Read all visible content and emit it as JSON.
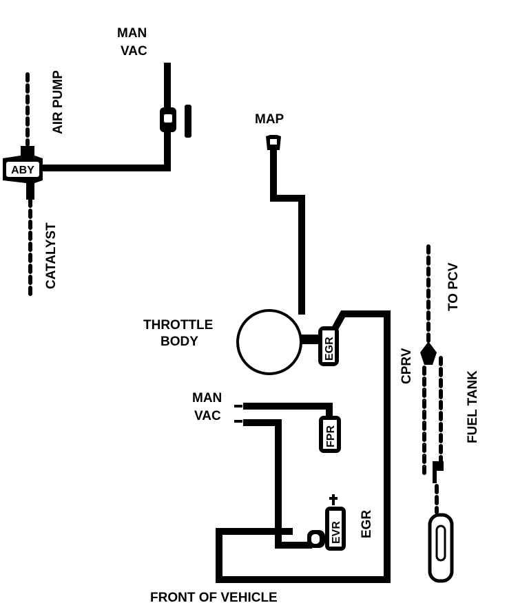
{
  "labels": {
    "man_vac_top_line1": "MAN",
    "man_vac_top_line2": "VAC",
    "air_pump": "AIR PUMP",
    "catalyst": "CATALYST",
    "aby": "ABY",
    "map": "MAP",
    "throttle_body_line1": "THROTTLE",
    "throttle_body_line2": "BODY",
    "egr_valve": "EGR",
    "cprv": "CPRV",
    "to_pcv": "TO PCV",
    "fuel_tank": "FUEL TANK",
    "man_vac_bottom_line1": "MAN",
    "man_vac_bottom_line2": "VAC",
    "fpr": "FPR",
    "evr": "EVR",
    "egr_line": "EGR",
    "front_of_vehicle": "FRONT OF VEHICLE"
  }
}
